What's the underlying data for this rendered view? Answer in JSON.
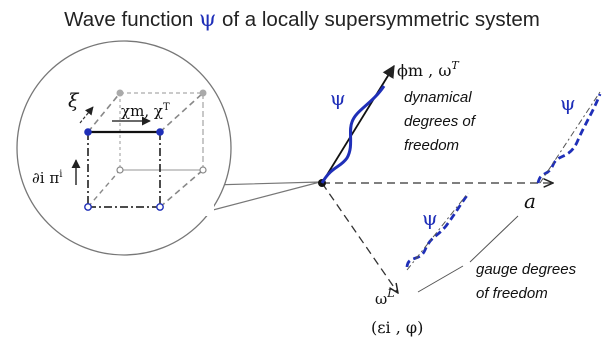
{
  "title": {
    "prefix": "Wave function ",
    "psi": "ψ",
    "suffix": " of a locally supersymmetric system"
  },
  "labels": {
    "psi_main": "ψ",
    "psi_right": "ψ",
    "psi_lower": "ψ",
    "phi_m": "ϕm , ω",
    "phi_sup": "T",
    "dynamical": [
      "dynamical",
      "degrees of",
      "freedom"
    ],
    "gauge": [
      "gauge degrees",
      "of freedom"
    ],
    "axis_a": "a",
    "omega": "ω",
    "omega_sup": "L",
    "eps_phi": "(εi , φ)",
    "xi": "ξ",
    "chi": "χm, χ",
    "chi_sup": "T",
    "del_pi": "∂i π",
    "del_pi_sup": "i"
  },
  "colors": {
    "accent": "#1f2fb8",
    "line": "#222222"
  }
}
